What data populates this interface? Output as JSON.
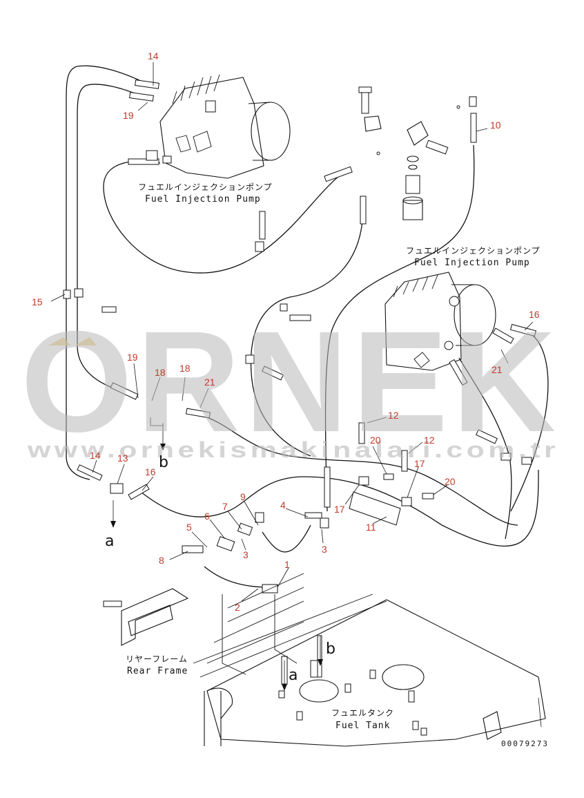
{
  "labels": {
    "pump_upper_jp": "フュエルインジェクションポンプ",
    "pump_upper_en": "Fuel Injection Pump",
    "pump_right_jp": "フュエルインジェクションポンプ",
    "pump_right_en": "Fuel Injection Pump",
    "rear_frame_jp": "リヤーフレーム",
    "rear_frame_en": "Rear Frame",
    "fuel_tank_jp": "フュエルタンク",
    "fuel_tank_en": "Fuel Tank",
    "letter_a_left": "a",
    "letter_b_left": "b",
    "letter_a_tank": "a",
    "letter_b_tank": "b",
    "doc_number": "00079273"
  },
  "callouts": [
    {
      "id": "c14a",
      "text": "14"
    },
    {
      "id": "c19a",
      "text": "19"
    },
    {
      "id": "c10",
      "text": "10"
    },
    {
      "id": "c15",
      "text": "15"
    },
    {
      "id": "c16a",
      "text": "16"
    },
    {
      "id": "c21a",
      "text": "21"
    },
    {
      "id": "c19b",
      "text": "19"
    },
    {
      "id": "c18a",
      "text": "18"
    },
    {
      "id": "c18b",
      "text": "18"
    },
    {
      "id": "c21b",
      "text": "21"
    },
    {
      "id": "c12a",
      "text": "12"
    },
    {
      "id": "c20a",
      "text": "20"
    },
    {
      "id": "c12b",
      "text": "12"
    },
    {
      "id": "c17a",
      "text": "17"
    },
    {
      "id": "c20b",
      "text": "20"
    },
    {
      "id": "c14b",
      "text": "14"
    },
    {
      "id": "c13",
      "text": "13"
    },
    {
      "id": "c16b",
      "text": "16"
    },
    {
      "id": "c9",
      "text": "9"
    },
    {
      "id": "c7",
      "text": "7"
    },
    {
      "id": "c6",
      "text": "6"
    },
    {
      "id": "c5",
      "text": "5"
    },
    {
      "id": "c4",
      "text": "4"
    },
    {
      "id": "c17b",
      "text": "17"
    },
    {
      "id": "c11",
      "text": "11"
    },
    {
      "id": "c3a",
      "text": "3"
    },
    {
      "id": "c3b",
      "text": "3"
    },
    {
      "id": "c8",
      "text": "8"
    },
    {
      "id": "c1",
      "text": "1"
    },
    {
      "id": "c2",
      "text": "2"
    }
  ],
  "watermark": {
    "brand": "ORNEK",
    "url": "www.ornekismakinalari.com.tr"
  },
  "colors": {
    "callout": "#c0392b",
    "line": "#111111",
    "watermark": "#b9b9b9",
    "watermark_accent": "#e8c46a"
  }
}
